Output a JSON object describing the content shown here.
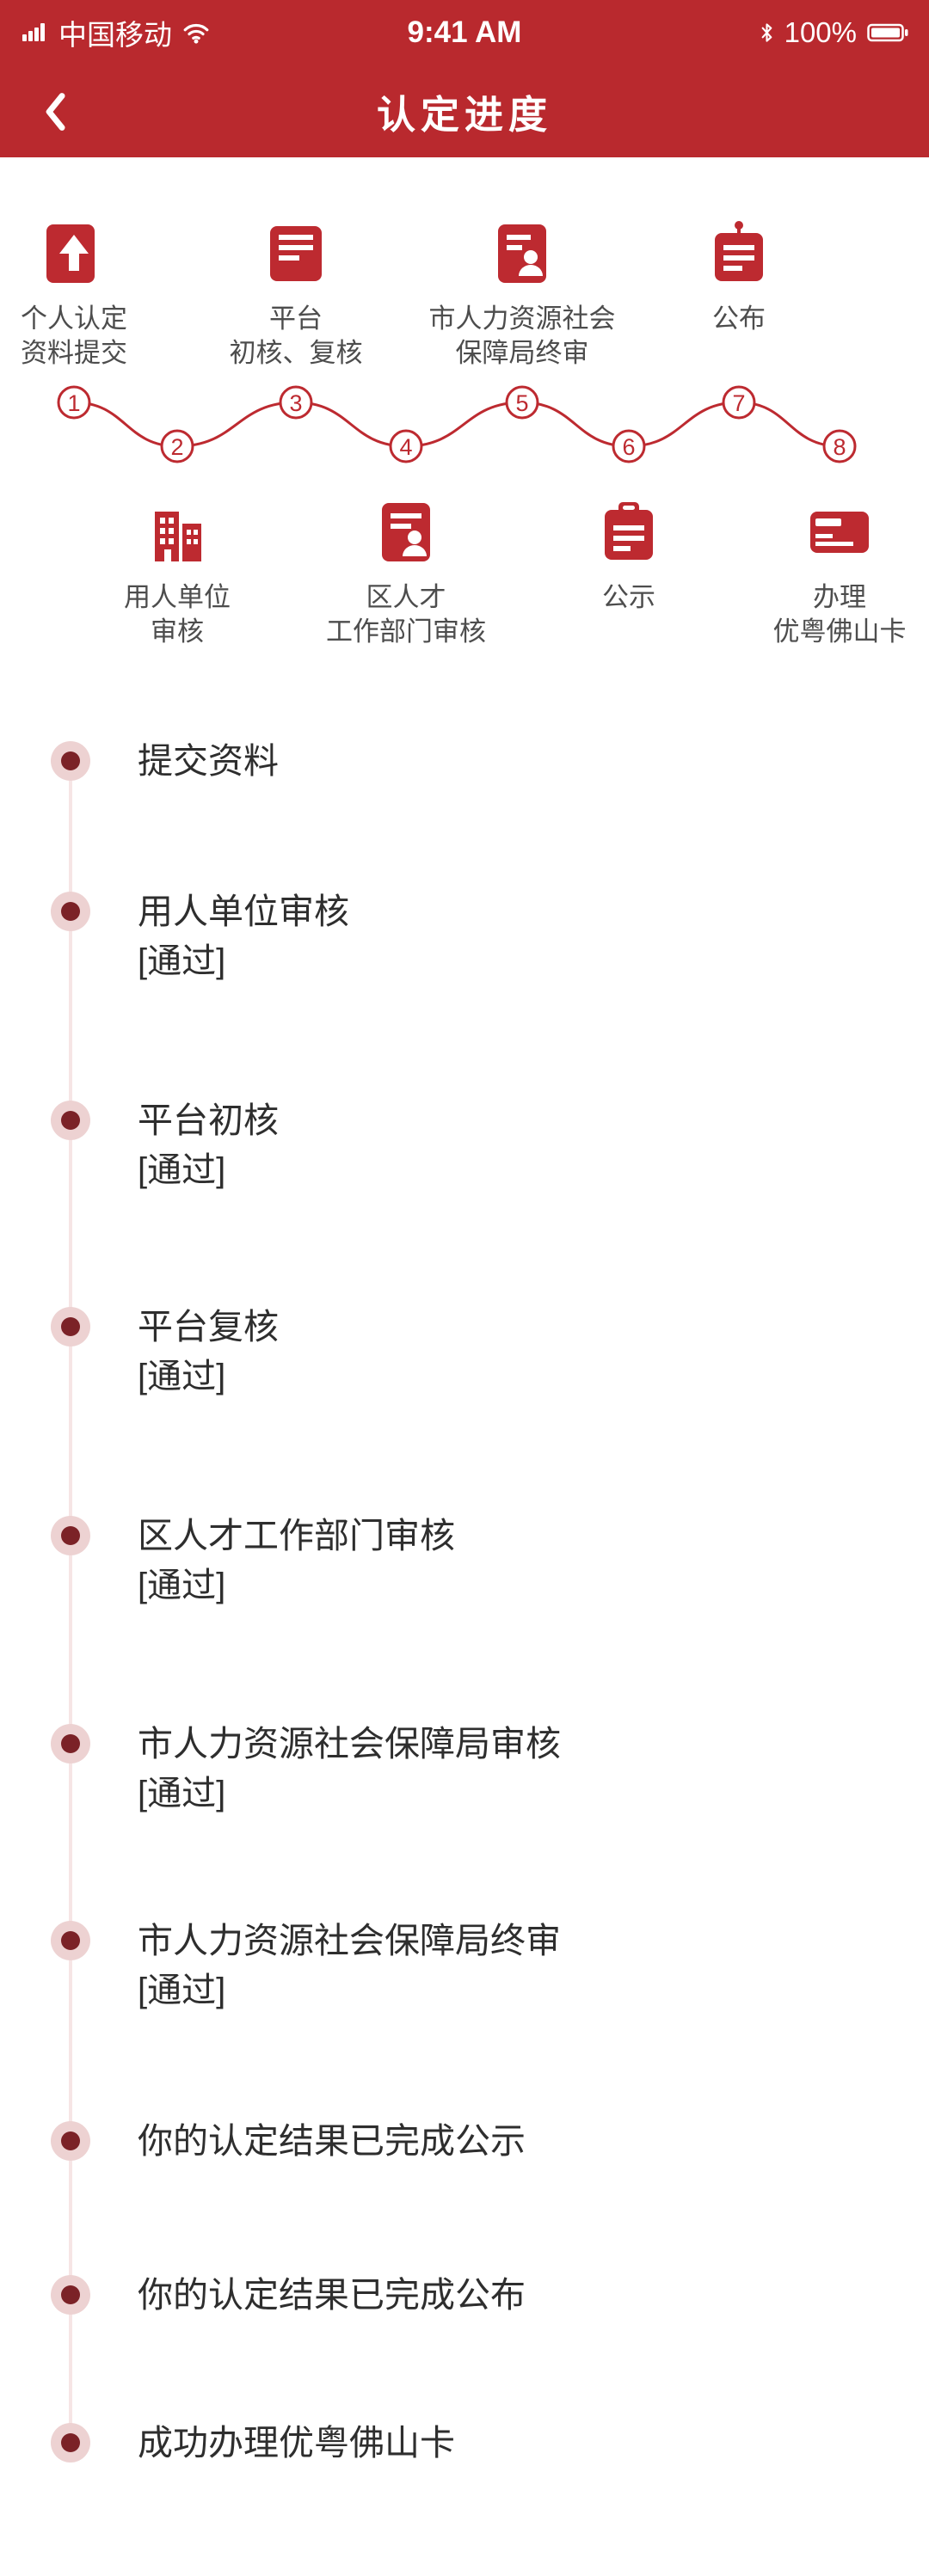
{
  "status_bar": {
    "carrier": "中国移动",
    "time": "9:41 AM",
    "battery": "100%"
  },
  "header": {
    "title": "认定进度"
  },
  "colors": {
    "primary_red": "#b9292e",
    "icon_red": "#bd2a30",
    "timeline_dot": "#7b2227",
    "timeline_ring": "#edd2d2",
    "timeline_line": "#f6e5e5",
    "text": "#2e2e2e"
  },
  "icons": {
    "back": "chevron-left-icon",
    "status_left": [
      "signal-bars-icon",
      "wifi-icon"
    ],
    "status_right": [
      "bluetooth-icon",
      "battery-icon"
    ],
    "flow": [
      "upload-doc-icon",
      "building-icon",
      "ledger-icon",
      "doc-person-icon",
      "doc-audit-icon",
      "clipboard-icon",
      "board-pin-icon",
      "card-icon"
    ]
  },
  "flow": {
    "steps": [
      {
        "num": "1",
        "label1": "个人认定",
        "label2": "资料提交"
      },
      {
        "num": "2",
        "label1": "用人单位",
        "label2": "审核"
      },
      {
        "num": "3",
        "label1": "平台",
        "label2": "初核、复核"
      },
      {
        "num": "4",
        "label1": "区人才",
        "label2": "工作部门审核"
      },
      {
        "num": "5",
        "label1": "市人力资源社会",
        "label2": "保障局终审"
      },
      {
        "num": "6",
        "label1": "公示",
        "label2": ""
      },
      {
        "num": "7",
        "label1": "公布",
        "label2": ""
      },
      {
        "num": "8",
        "label1": "办理",
        "label2": "优粤佛山卡"
      }
    ]
  },
  "timeline": {
    "items": [
      {
        "title": "提交资料",
        "status": ""
      },
      {
        "title": "用人单位审核",
        "status": "[通过]"
      },
      {
        "title": "平台初核",
        "status": "[通过]"
      },
      {
        "title": "平台复核",
        "status": "[通过]"
      },
      {
        "title": "区人才工作部门审核",
        "status": "[通过]"
      },
      {
        "title": "市人力资源社会保障局审核",
        "status": "[通过]"
      },
      {
        "title": "市人力资源社会保障局终审",
        "status": "[通过]"
      },
      {
        "title": "你的认定结果已完成公示",
        "status": ""
      },
      {
        "title": "你的认定结果已完成公布",
        "status": ""
      },
      {
        "title": "成功办理优粤佛山卡",
        "status": ""
      }
    ]
  }
}
